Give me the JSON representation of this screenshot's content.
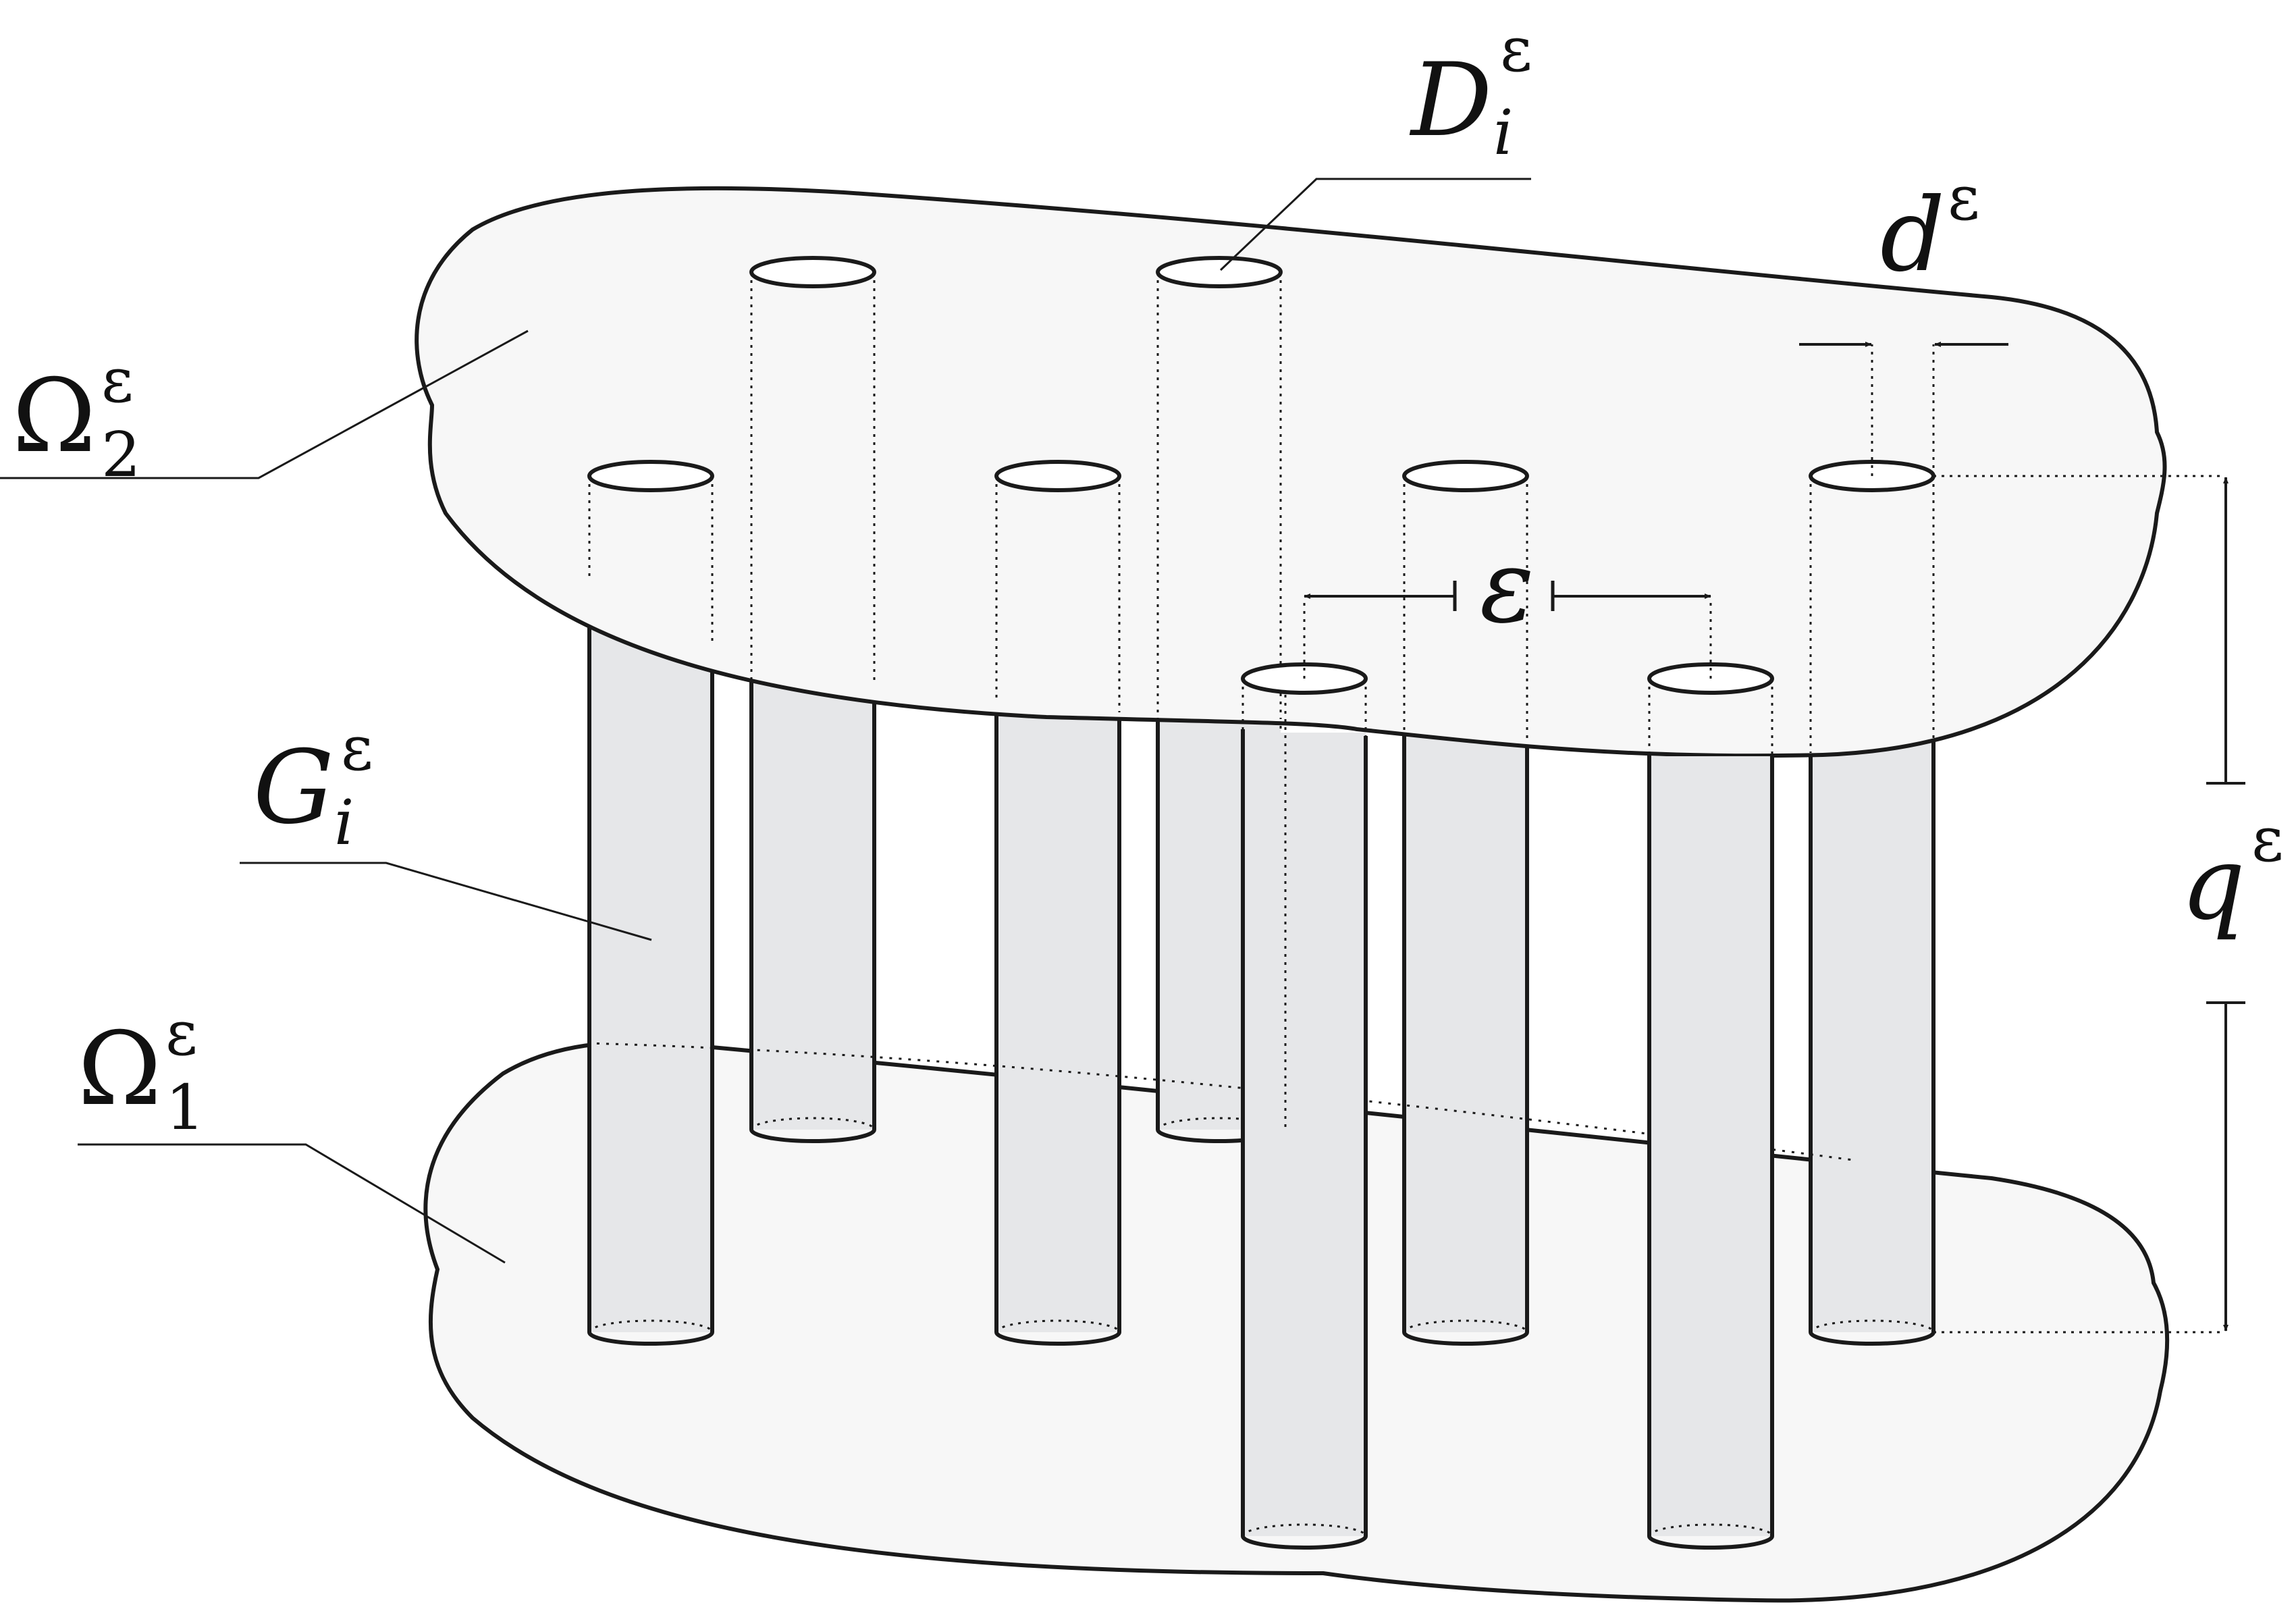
{
  "labels": {
    "omega2": {
      "base": "Ω",
      "sub": "2",
      "sup": "ε"
    },
    "omega1": {
      "base": "Ω",
      "sub": "1",
      "sup": "ε"
    },
    "G": {
      "base": "G",
      "sub": "i",
      "sup": "ε"
    },
    "D": {
      "base": "D",
      "sub": "i",
      "sup": "ε"
    },
    "d": {
      "base": "d",
      "sup": "ε"
    },
    "q": {
      "base": "q",
      "sup": "ε"
    },
    "eps": "ε"
  },
  "colors": {
    "stroke": "#1a1a1a",
    "region_fill": "#f7f7f7",
    "pillar_fill": "#e6e7e9",
    "background": "#ffffff"
  }
}
